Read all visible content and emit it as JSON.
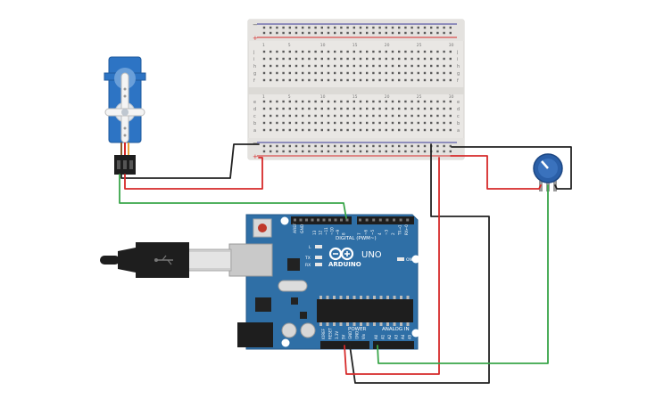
{
  "canvas": {
    "background": "#ffffff"
  },
  "colors": {
    "arduino_board": "#2f6fa6",
    "arduino_edge": "#245a8a",
    "breadboard": "#e9e7e4",
    "servo": "#2d74c4",
    "pot_knob": "#2a5fa8",
    "wire_red": "#d62a2a",
    "wire_black": "#222222",
    "wire_green": "#3aa64a",
    "usb_plug": "#222222"
  },
  "components": {
    "servo": {
      "name": "Micro Servo",
      "icon": "servo-icon"
    },
    "breadboard": {
      "name": "Breadboard",
      "icon": "breadboard-icon"
    },
    "potentiometer": {
      "name": "Potentiometer",
      "icon": "potentiometer-icon"
    },
    "arduino": {
      "icon": "arduino-logo-icon",
      "logo_text": "ARDUINO",
      "model_text": "UNO",
      "digital_label": "DIGITAL (PWM~)",
      "power_label": "POWER",
      "analog_label": "ANALOG IN",
      "aref_label": "AREF",
      "gnd_label": "GND",
      "tx_label": "TX",
      "rx_label": "RX",
      "l_label": "L",
      "on_label": "ON",
      "digital_pins": [
        "13",
        "12",
        "~11",
        "~10",
        "~9",
        "8",
        "7",
        "~6",
        "~5",
        "4",
        "~3",
        "2",
        "TX→1",
        "RX←0"
      ],
      "power_pins": [
        "IOREF",
        "RESET",
        "3.3V",
        "5V",
        "GND",
        "GND",
        "Vin"
      ],
      "analog_pins": [
        "A0",
        "A1",
        "A2",
        "A3",
        "A4",
        "A5"
      ]
    }
  },
  "breadboard_labels": {
    "rows_top": [
      "j",
      "i",
      "h",
      "g",
      "f"
    ],
    "rows_bottom": [
      "e",
      "d",
      "c",
      "b",
      "a"
    ],
    "columns": [
      "1",
      "5",
      "10",
      "15",
      "20",
      "25",
      "30"
    ],
    "rail_plus": "+",
    "rail_minus": "−"
  }
}
